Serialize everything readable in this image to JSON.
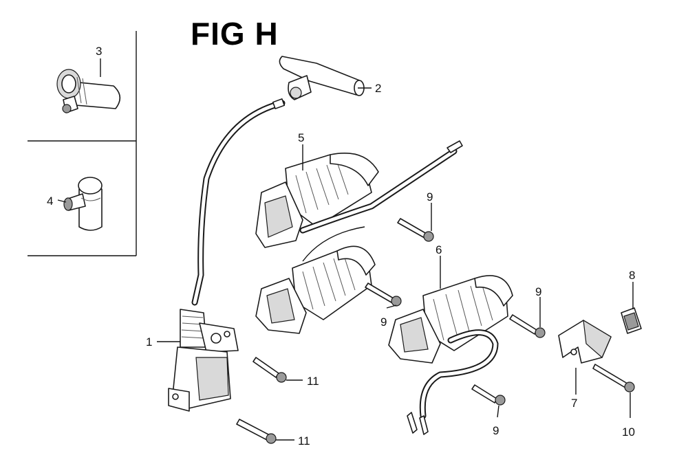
{
  "figure": {
    "title": "FIG H"
  },
  "callouts": {
    "c1": "1",
    "c2": "2",
    "c3": "3",
    "c4": "4",
    "c5": "5",
    "c6": "6",
    "c7": "7",
    "c8": "8",
    "c9a": "9",
    "c9b": "9",
    "c9c": "9",
    "c9d": "9",
    "c10": "10",
    "c11a": "11",
    "c11b": "11"
  }
}
